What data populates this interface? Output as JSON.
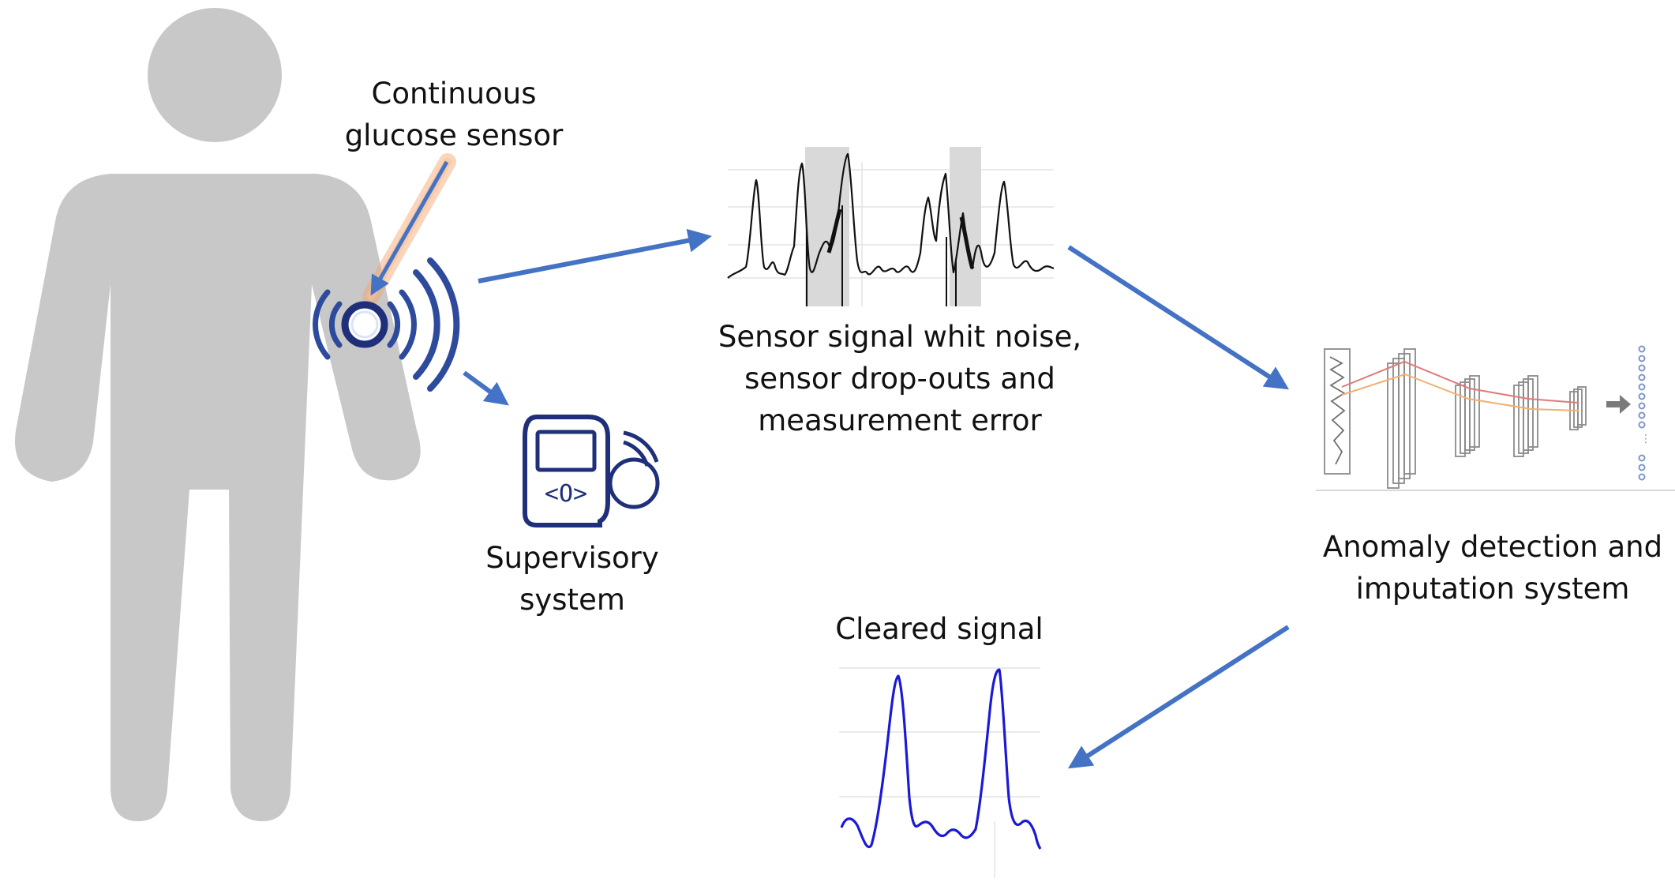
{
  "labels": {
    "sensor": [
      "Continuous",
      "glucose sensor"
    ],
    "supervisory": [
      "Supervisory",
      "system"
    ],
    "noisy_signal": [
      "Sensor signal whit noise,",
      "sensor drop-outs and",
      "measurement error"
    ],
    "anomaly": [
      "Anomaly detection and",
      "imputation system"
    ],
    "cleared": "Cleared signal"
  },
  "colors": {
    "body_silhouette": "#c8c8c8",
    "arrow": "#4472c4",
    "device": "#1f2f7a",
    "sensor_glow": "#f4a46a",
    "noisy_line": "#111111",
    "dropout_band": "#d9d9d9",
    "cleared_line": "#1a1ad6",
    "network_outline": "#8a8a8a"
  },
  "icons": [
    "person-silhouette-icon",
    "glucose-sensor-icon",
    "wireless-signal-icon",
    "handheld-receiver-icon",
    "neural-network-icon"
  ]
}
